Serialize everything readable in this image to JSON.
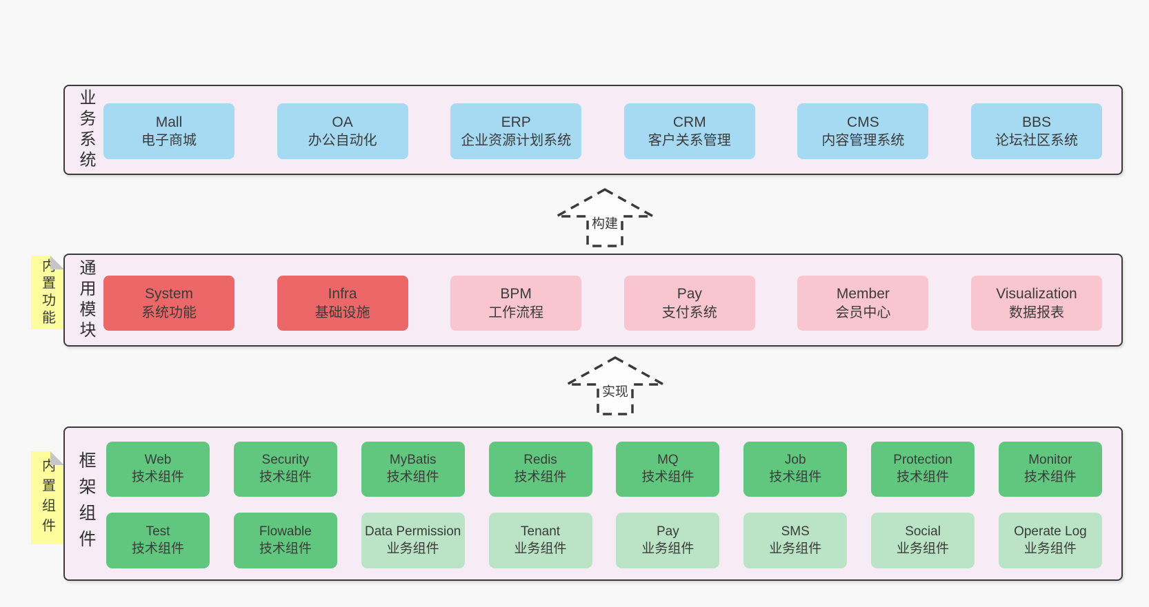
{
  "colors": {
    "page_bg": "#f8f8f8",
    "band_bg": "#f7ecf5",
    "band_border": "#3a3a3a",
    "blue": "#a6daf3",
    "red": "#ec6767",
    "pink": "#f9c6cf",
    "green": "#62c77e",
    "light_green": "#bae4c5",
    "note_yellow": "#fdfd9d",
    "note_fold": "#c6c6c6",
    "text": "#3b3b3b"
  },
  "bands": [
    {
      "label": "业务系统",
      "boxes": [
        {
          "name": "Mall",
          "subtitle": "电子商城"
        },
        {
          "name": "OA",
          "subtitle": "办公自动化"
        },
        {
          "name": "ERP",
          "subtitle": "企业资源计划系统"
        },
        {
          "name": "CRM",
          "subtitle": "客户关系管理"
        },
        {
          "name": "CMS",
          "subtitle": "内容管理系统"
        },
        {
          "name": "BBS",
          "subtitle": "论坛社区系统"
        }
      ]
    },
    {
      "label": "通用模块",
      "note": "内置功能",
      "boxes": [
        {
          "name": "System",
          "subtitle": "系统功能"
        },
        {
          "name": "Infra",
          "subtitle": "基础设施"
        },
        {
          "name": "BPM",
          "subtitle": "工作流程"
        },
        {
          "name": "Pay",
          "subtitle": "支付系统"
        },
        {
          "name": "Member",
          "subtitle": "会员中心"
        },
        {
          "name": "Visualization",
          "subtitle": "数据报表"
        }
      ]
    },
    {
      "label": "框架组件",
      "note": "内置组件",
      "rows": [
        [
          {
            "name": "Web",
            "subtitle": "技术组件"
          },
          {
            "name": "Security",
            "subtitle": "技术组件"
          },
          {
            "name": "MyBatis",
            "subtitle": "技术组件"
          },
          {
            "name": "Redis",
            "subtitle": "技术组件"
          },
          {
            "name": "MQ",
            "subtitle": "技术组件"
          },
          {
            "name": "Job",
            "subtitle": "技术组件"
          },
          {
            "name": "Protection",
            "subtitle": "技术组件"
          },
          {
            "name": "Monitor",
            "subtitle": "技术组件"
          }
        ],
        [
          {
            "name": "Test",
            "subtitle": "技术组件"
          },
          {
            "name": "Flowable",
            "subtitle": "技术组件"
          },
          {
            "name": "Data Permission",
            "subtitle": "业务组件"
          },
          {
            "name": "Tenant",
            "subtitle": "业务组件"
          },
          {
            "name": "Pay",
            "subtitle": "业务组件"
          },
          {
            "name": "SMS",
            "subtitle": "业务组件"
          },
          {
            "name": "Social",
            "subtitle": "业务组件"
          },
          {
            "name": "Operate Log",
            "subtitle": "业务组件"
          }
        ]
      ]
    }
  ],
  "arrows": [
    {
      "label": "构建"
    },
    {
      "label": "实现"
    }
  ]
}
